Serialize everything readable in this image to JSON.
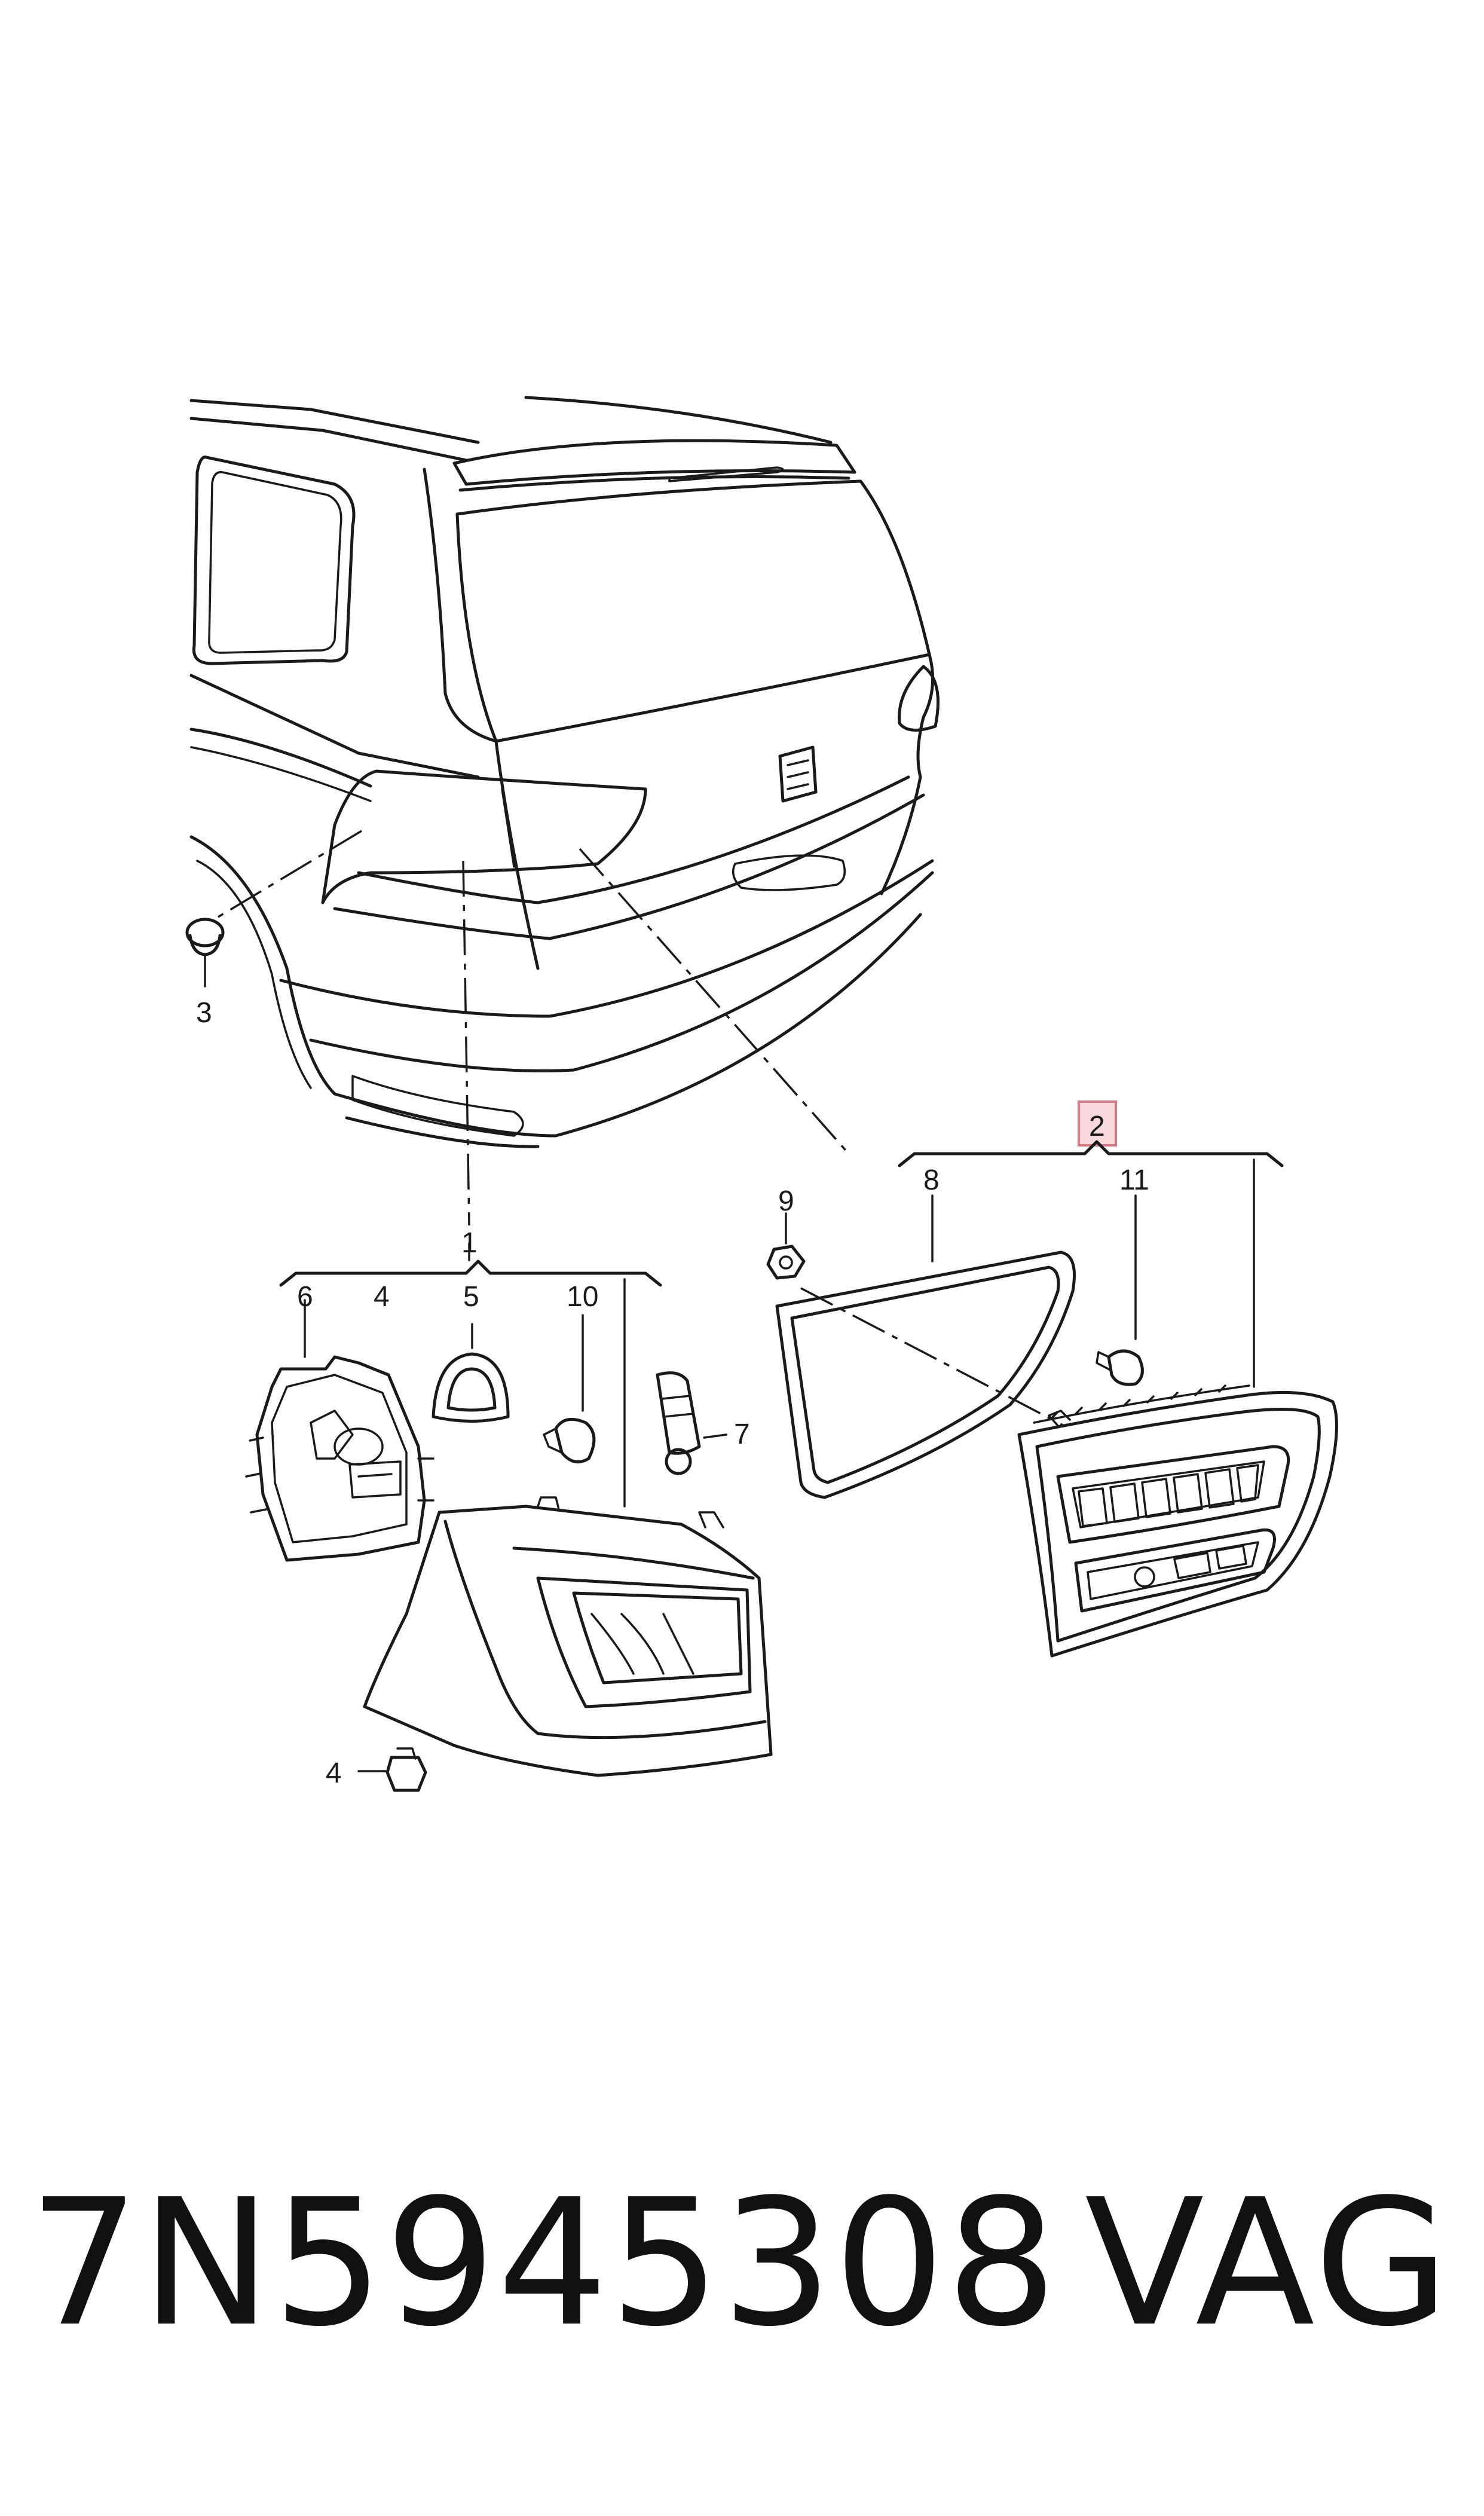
{
  "callouts": {
    "c1": "1",
    "c2": "2",
    "c3": "3",
    "c4_top": "4",
    "c4_bottom": "4",
    "c5": "5",
    "c6": "6",
    "c7": "7",
    "c8": "8",
    "c9": "9",
    "c10": "10",
    "c11": "11"
  },
  "highlighted_callout": "2",
  "highlight_color": "#f7d8dc",
  "footer": {
    "part_number": "7N5945308",
    "brand": "VAG"
  }
}
